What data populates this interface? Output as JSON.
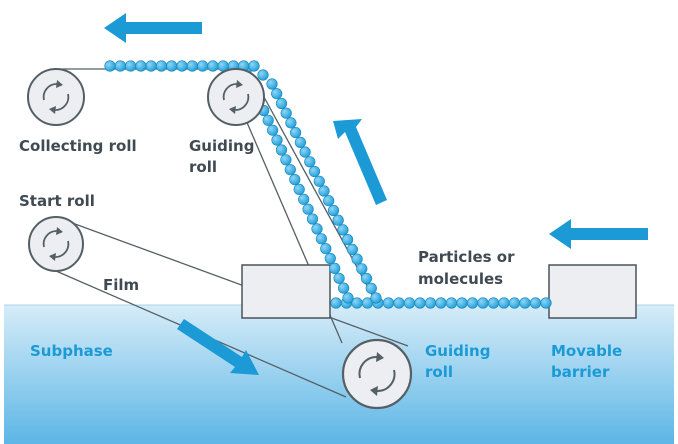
{
  "labels": {
    "collecting_roll": "Collecting roll",
    "guiding_roll_top_1": "Guiding",
    "guiding_roll_top_2": "roll",
    "start_roll": "Start roll",
    "film": "Film",
    "particles_1": "Particles or",
    "particles_2": "molecules",
    "subphase": "Subphase",
    "guiding_roll_bottom_1": "Guiding",
    "guiding_roll_bottom_2": "roll",
    "movable_barrier_1": "Movable",
    "movable_barrier_2": "barrier"
  },
  "colors": {
    "accent_blue": "#1b9ad6",
    "bead_blue": "#29a9e0",
    "text_dark": "#3f4a52",
    "water_top": "#d6ecf8",
    "water_bottom": "#5cb6e6",
    "barrier_fill": "#eceef1",
    "line_gray": "#555f66"
  },
  "icons": [
    "rotation-arrow-icon",
    "flow-arrow-icon"
  ]
}
